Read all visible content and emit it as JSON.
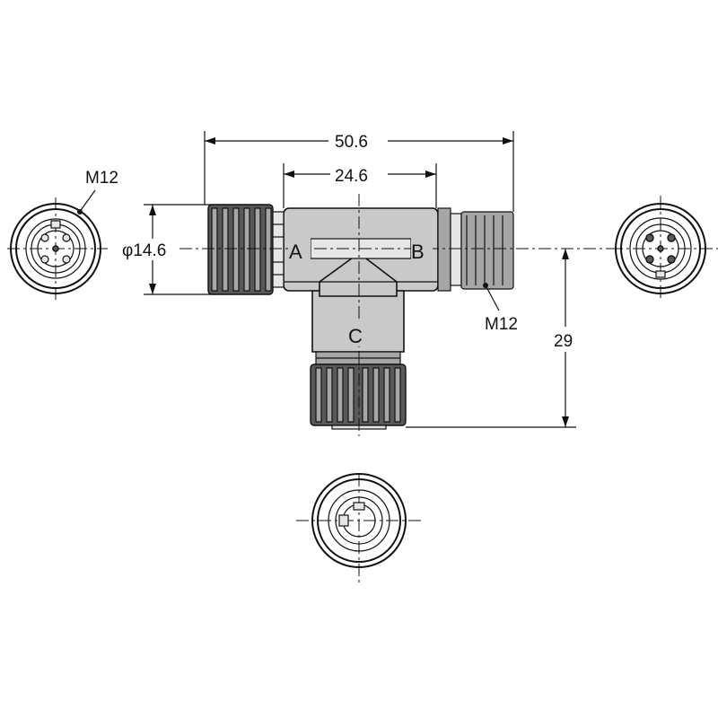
{
  "dimensions": {
    "overall_length": "50.6",
    "center_spacing": "24.6",
    "diameter": "φ14.6",
    "height": "29"
  },
  "ports": {
    "a": "A",
    "b": "B",
    "c": "C"
  },
  "threads": {
    "left": "M12",
    "right": "M12"
  }
}
